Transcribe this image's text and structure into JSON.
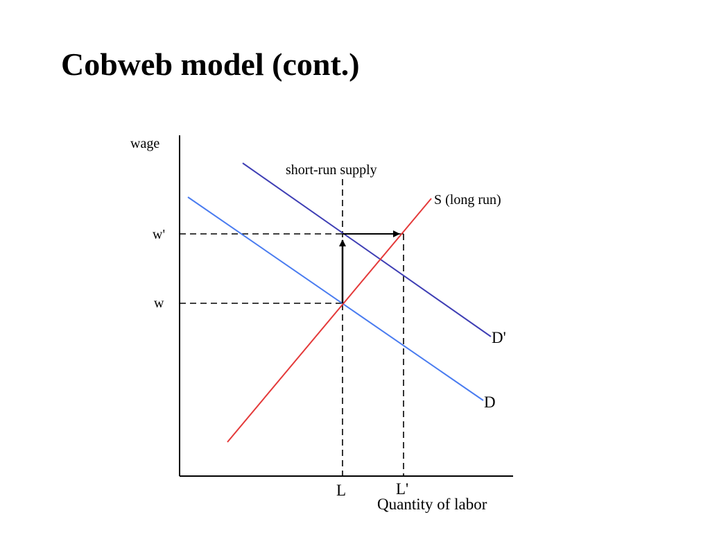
{
  "slide": {
    "title": "Cobweb model (cont.)"
  },
  "diagram": {
    "y_axis_label": "wage",
    "x_axis_label": "Quantity of labor",
    "y_ticks": {
      "w_prime": "w'",
      "w": "w"
    },
    "x_ticks": {
      "L": "L",
      "L_prime": "L'"
    },
    "curves": {
      "short_run_supply": "short-run supply",
      "long_run_supply": "S (long run)",
      "demand_new": "D'",
      "demand": "D"
    },
    "colors": {
      "long_run_supply": "#e43a3a",
      "demand": "#4a7cf0",
      "demand_new": "#3f3fb5",
      "guides": "#000000"
    },
    "arrows": [
      "wage rises from w to w' at fixed L",
      "labor supply expands from L to L' at w'"
    ]
  }
}
